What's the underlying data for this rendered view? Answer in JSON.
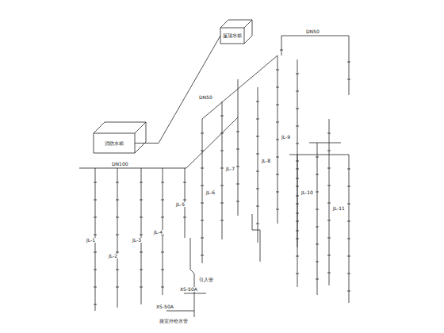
{
  "diagram": {
    "nodes": [
      {
        "text": [
          "屋顶水箱"
        ]
      },
      {
        "text": [
          "消防水箱"
        ]
      }
    ],
    "edges": [
      {
        "from": 0,
        "to": 1,
        "arrow": "none"
      }
    ],
    "labels": [
      "JL-1",
      "JL-2",
      "JL-3",
      "JL-4",
      "JL-5",
      "JL-6",
      "JL-7",
      "JL-8",
      "JL-9",
      "JL-10",
      "JL-11",
      "DN100",
      "DN50",
      "DN50",
      "XS-50A",
      "XS-50A",
      "引入管",
      "接室外给水管"
    ]
  }
}
